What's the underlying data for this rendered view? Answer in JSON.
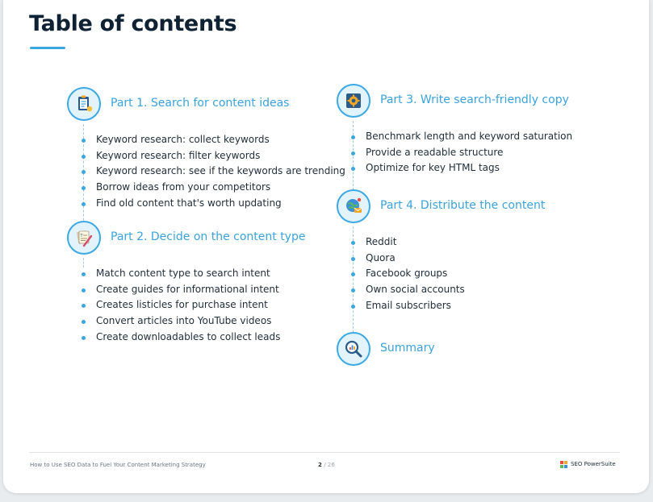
{
  "title": "Table of contents",
  "colors": {
    "accent": "#3aa7e0",
    "heading": "#0e2233",
    "text": "#1f2d3a"
  },
  "sections": [
    {
      "title": "Part 1. Search for content ideas",
      "icon": "clipboard-idea-icon",
      "items": [
        "Keyword research: collect keywords",
        "Keyword research: filter keywords",
        "Keyword research: see if the keywords are trending",
        "Borrow ideas from your competitors",
        "Find old content that's worth updating"
      ]
    },
    {
      "title": "Part 2. Decide on the content type",
      "icon": "documents-pen-icon",
      "items": [
        "Match content type to search intent",
        "Create guides for informational intent",
        "Creates listicles for purchase intent",
        "Convert articles into YouTube videos",
        "Create downloadables to collect leads"
      ]
    },
    {
      "title": "Part 3. Write search-friendly copy",
      "icon": "gear-document-icon",
      "items": [
        "Benchmark length and keyword saturation",
        "Provide a readable structure",
        "Optimize for key HTML tags"
      ]
    },
    {
      "title": "Part 4. Distribute the content",
      "icon": "globe-mail-icon",
      "items": [
        "Reddit",
        "Quora",
        "Facebook groups",
        "Own social accounts",
        "Email subscribers"
      ]
    },
    {
      "title": "Summary",
      "icon": "magnifier-report-icon",
      "items": []
    }
  ],
  "footer": {
    "doc_title": "How to Use SEO Data to Fuel Your Content Marketing Strategy",
    "page_current": "2",
    "page_total": "/ 26",
    "brand": "SEO PowerSuite",
    "brand_colors": [
      "#e94b3c",
      "#f6a623",
      "#5cb85c",
      "#3a8fd8"
    ]
  }
}
